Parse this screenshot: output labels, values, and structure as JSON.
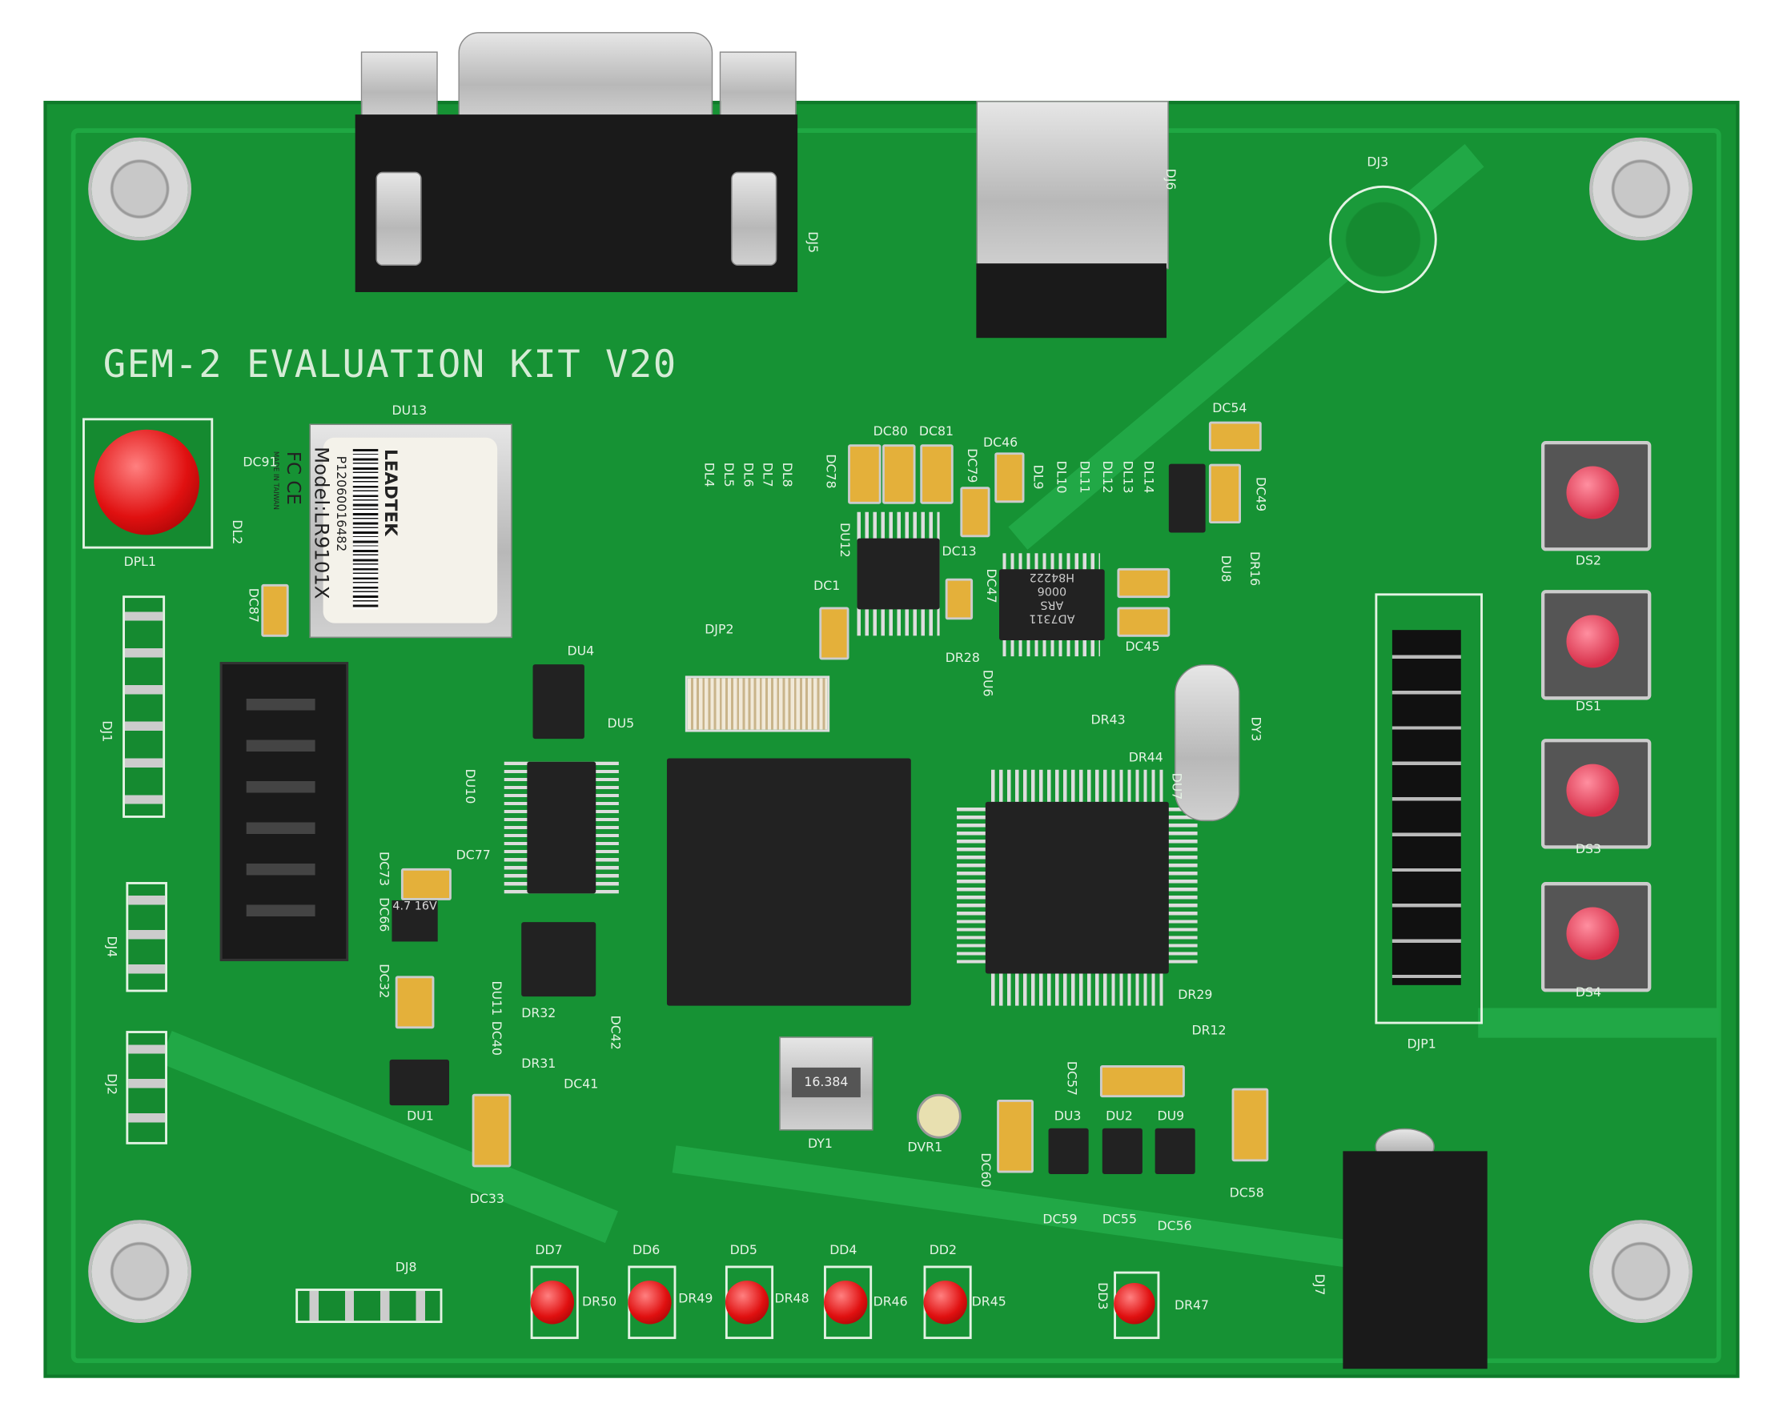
{
  "board": {
    "title": "GEM-2 EVALUATION KIT V20",
    "colors": {
      "pcb": "#169234",
      "silkscreen": "#e4f3e4",
      "led": "#e01010",
      "button_cap": "#d8304a"
    }
  },
  "module": {
    "brand": "LEADTEK",
    "serial": "P1206001648​2",
    "model": "Model:LR9101X",
    "marks": "FC CE",
    "origin": "MADE IN TAIWAN"
  },
  "chips": {
    "adc": [
      "AD7311",
      "ARS",
      "0006",
      "H84222"
    ],
    "crystal_dy1": "16.384"
  },
  "capacitor_dc66": "4.7 16V",
  "labels": [
    "DJ5",
    "DJ6",
    "DJ3",
    "DU13",
    "DC91",
    "DL2",
    "DPL1",
    "DC87",
    "DJ1",
    "DJ4",
    "DJ2",
    "DC73",
    "DC66",
    "DC77",
    "DC32",
    "DC40",
    "DU11",
    "DR32",
    "DR31",
    "DC42",
    "DC41",
    "DU1",
    "DC33",
    "DU4",
    "DU5",
    "DU10",
    "DJP2",
    "DL4",
    "DL5",
    "DL6",
    "DL7",
    "DL8",
    "DC78",
    "DC80",
    "DC81",
    "DC79",
    "DC46",
    "DU12",
    "DC1",
    "DC13",
    "DC47",
    "DR28",
    "DU6",
    "DL9",
    "DL10",
    "DL11",
    "DL12",
    "DL13",
    "DL14",
    "DC54",
    "DC49",
    "DU8",
    "DR16",
    "DC45",
    "DR43",
    "DR44",
    "DY3",
    "DU7",
    "DR29",
    "DR12",
    "DJP1",
    "DS2",
    "DS1",
    "DS3",
    "DS4",
    "DY1",
    "DVR1",
    "DC57",
    "DU3",
    "DU2",
    "DU9",
    "DC60",
    "DC59",
    "DC55",
    "DC56",
    "DC58",
    "DJ7",
    "DJ8",
    "DD7",
    "DD6",
    "DD5",
    "DD4",
    "DD2",
    "DD3",
    "DR50",
    "DR49",
    "DR48",
    "DR46",
    "DR45",
    "DR47"
  ]
}
